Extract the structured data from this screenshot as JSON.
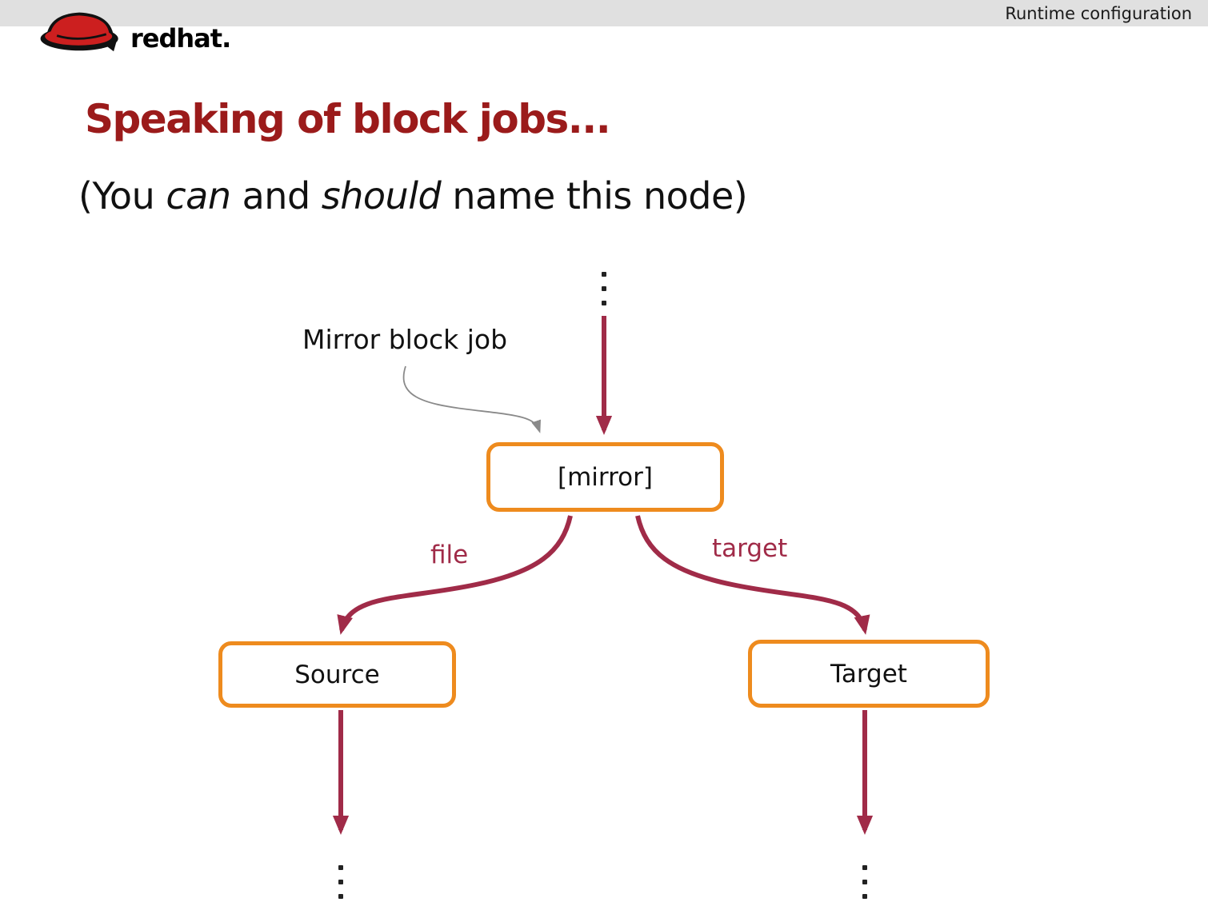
{
  "header": {
    "title": "Runtime configuration"
  },
  "logo": {
    "red": "red",
    "hat": "hat."
  },
  "slide": {
    "title": "Speaking of block jobs...",
    "subtitle": {
      "p1": "(You ",
      "i1": "can",
      "p2": " and ",
      "i2": "should",
      "p3": " name this node)"
    }
  },
  "diagram": {
    "annotation": "Mirror block job",
    "nodes": {
      "mirror": "[mirror]",
      "source": "Source",
      "target": "Target"
    },
    "edge_labels": {
      "file": "file",
      "target": "target"
    }
  },
  "colors": {
    "header_bg": "#e0e0e0",
    "title_red": "#9b1b1b",
    "arrow_crimson": "#a02b48",
    "node_border_orange": "#ee8b1e",
    "annotation_arrow_gray": "#8a8a8a",
    "logo_hat_red": "#cc1f1f"
  }
}
